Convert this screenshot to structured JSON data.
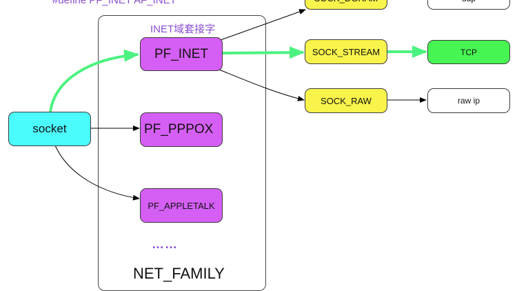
{
  "header": {
    "define_text": "#define PF_INET  AF_INET"
  },
  "container": {
    "title": "INET域套接字",
    "ellipsis": "……",
    "footer": "NET_FAMILY"
  },
  "nodes": {
    "socket": "socket",
    "pf_inet": "PF_INET",
    "pf_pppox": "PF_PPPOX",
    "pf_appletalk": "PF_APPLETALK",
    "sock_dgram": "SOCK_DGRAM",
    "sock_stream": "SOCK_STREAM",
    "sock_raw": "SOCK_RAW",
    "udp": "udp",
    "tcp": "TCP",
    "raw_ip": "raw ip"
  },
  "colors": {
    "highlight_path": "#4cf27f",
    "pf_node": "#d55ff5",
    "sock_node": "#f8f44b",
    "socket_node": "#4bfcfc",
    "tcp_node": "#47f552",
    "label_purple": "#8a4fd0"
  }
}
